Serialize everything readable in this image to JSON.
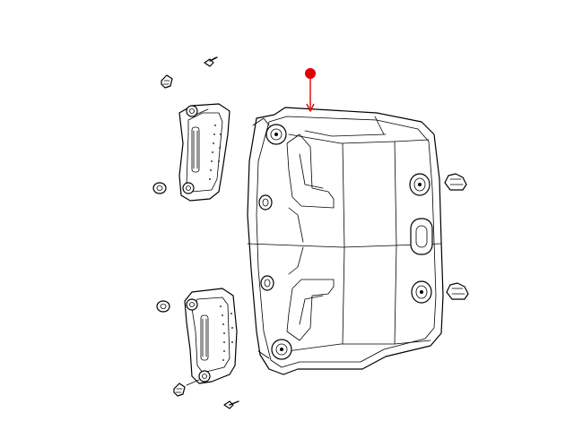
{
  "diagram": {
    "background": "#ffffff",
    "line_color": "#000000",
    "callout_color": "#e00000",
    "parts": [
      "headliner",
      "sun-visor-left",
      "sun-visor-right",
      "grab-handle",
      "clip",
      "screw",
      "visor-clip"
    ]
  }
}
